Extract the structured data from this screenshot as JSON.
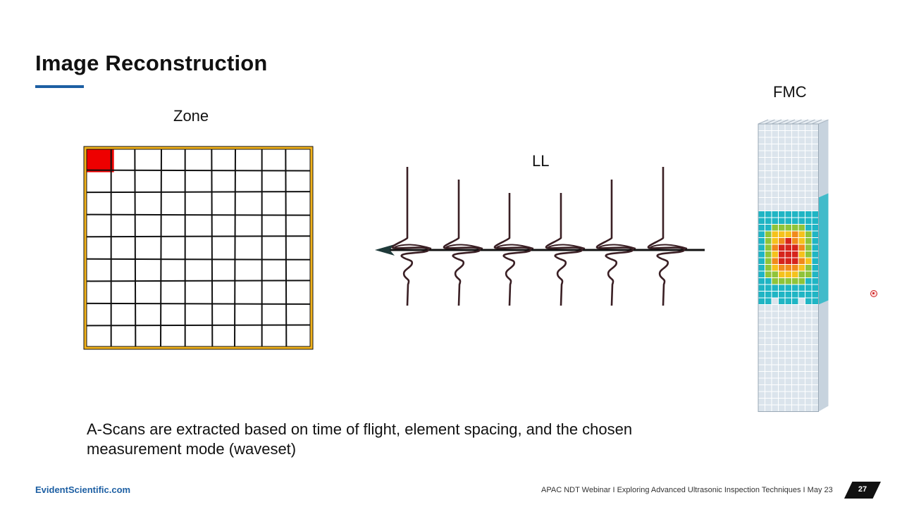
{
  "slide": {
    "title": "Image Reconstruction",
    "caption": "A-Scans are extracted based on time of flight, element spacing, and the chosen measurement mode (waveset)",
    "footer_brand": "EvidentScientific.com",
    "footer_text": "APAC NDT Webinar I Exploring Advanced Ultrasonic Inspection Techniques I May 23",
    "page_number": "27"
  },
  "zone": {
    "label": "Zone",
    "rows": 9,
    "cols": 9,
    "highlighted_cell": {
      "row": 0,
      "col": 0
    },
    "colors": {
      "border": "#f2b21a",
      "grid": "#111111",
      "highlight": "#ee0000"
    }
  },
  "ll": {
    "label": "LL",
    "ascan_count": 6,
    "colors": {
      "wave": "#3a1f24",
      "axis": "#111111",
      "arrow_head": "#1f3a3a"
    }
  },
  "fmc": {
    "label": "FMC",
    "colors": {
      "base": "#dbe4ec",
      "cyan": "#1fb5c4",
      "green": "#8fc43a",
      "yellow": "#f5c21c",
      "orange": "#f08a1c",
      "red": "#d6241c",
      "line": "#ffffff"
    }
  },
  "icons": {
    "arrow": "left-arrow-icon",
    "pointer": "laser-pointer-icon"
  }
}
